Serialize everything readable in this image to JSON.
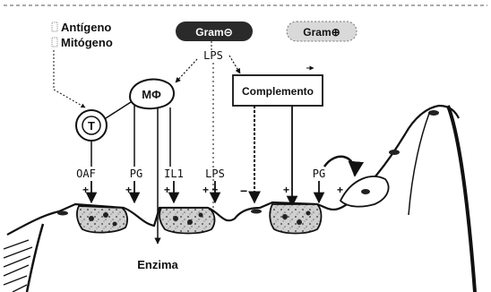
{
  "labels": {
    "antigen": "Antígeno",
    "mitogen": "Mitógeno",
    "gram_neg": "Gram⊝",
    "gram_pos": "Gram⊕",
    "lps_top": "LPS",
    "macrophage": "MΦ",
    "t_cell": "T",
    "complement": "Complemento",
    "oaf": "OAF",
    "pg_left": "PG",
    "il1": "IL1",
    "lps_bottom": "LPS",
    "pg_right": "PG",
    "enzyme": "Enzima"
  },
  "signs": {
    "oaf": "+",
    "pg_left": "+",
    "il1": "+",
    "lps": "+ +",
    "complement_neg": "−",
    "complement_pos": "+",
    "pg_right": "+"
  },
  "colors": {
    "ink": "#111111",
    "gram_neg_fill": "#2a2a2a",
    "gram_pos_fill": "#d9d9d9",
    "bone_fill": "#c9c9c9"
  }
}
